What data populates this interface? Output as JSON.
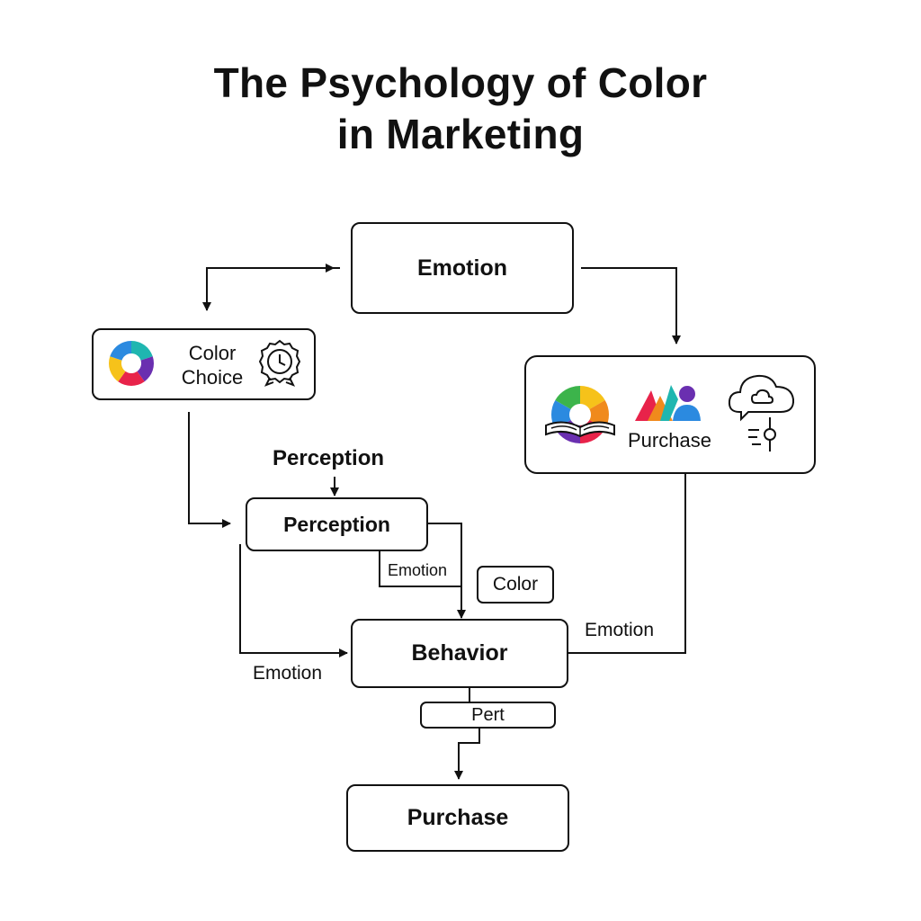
{
  "title": {
    "line1": "The Psychology of Color",
    "line2": "in Marketing"
  },
  "nodes": {
    "emotion": "Emotion",
    "color_choice": {
      "line1": "Color",
      "line2": "Choice"
    },
    "purchase_panel": "Purchase",
    "perception": "Perception",
    "behavior": "Behavior",
    "purchase": "Purchase"
  },
  "small_boxes": {
    "color": "Color",
    "pert": "Pert"
  },
  "edge_labels": {
    "perception_above": "Perception",
    "emotion_mid": "Emotion",
    "emotion_right": "Emotion",
    "emotion_left": "Emotion"
  },
  "icons": {
    "color_choice": [
      "color-wheel-icon",
      "clock-badge-icon"
    ],
    "purchase_panel": [
      "color-wheel-book-icon",
      "shapes-person-icon",
      "cloud-chat-icon",
      "slider-icon"
    ]
  },
  "colors": {
    "stroke": "#111111",
    "background": "#ffffff"
  }
}
